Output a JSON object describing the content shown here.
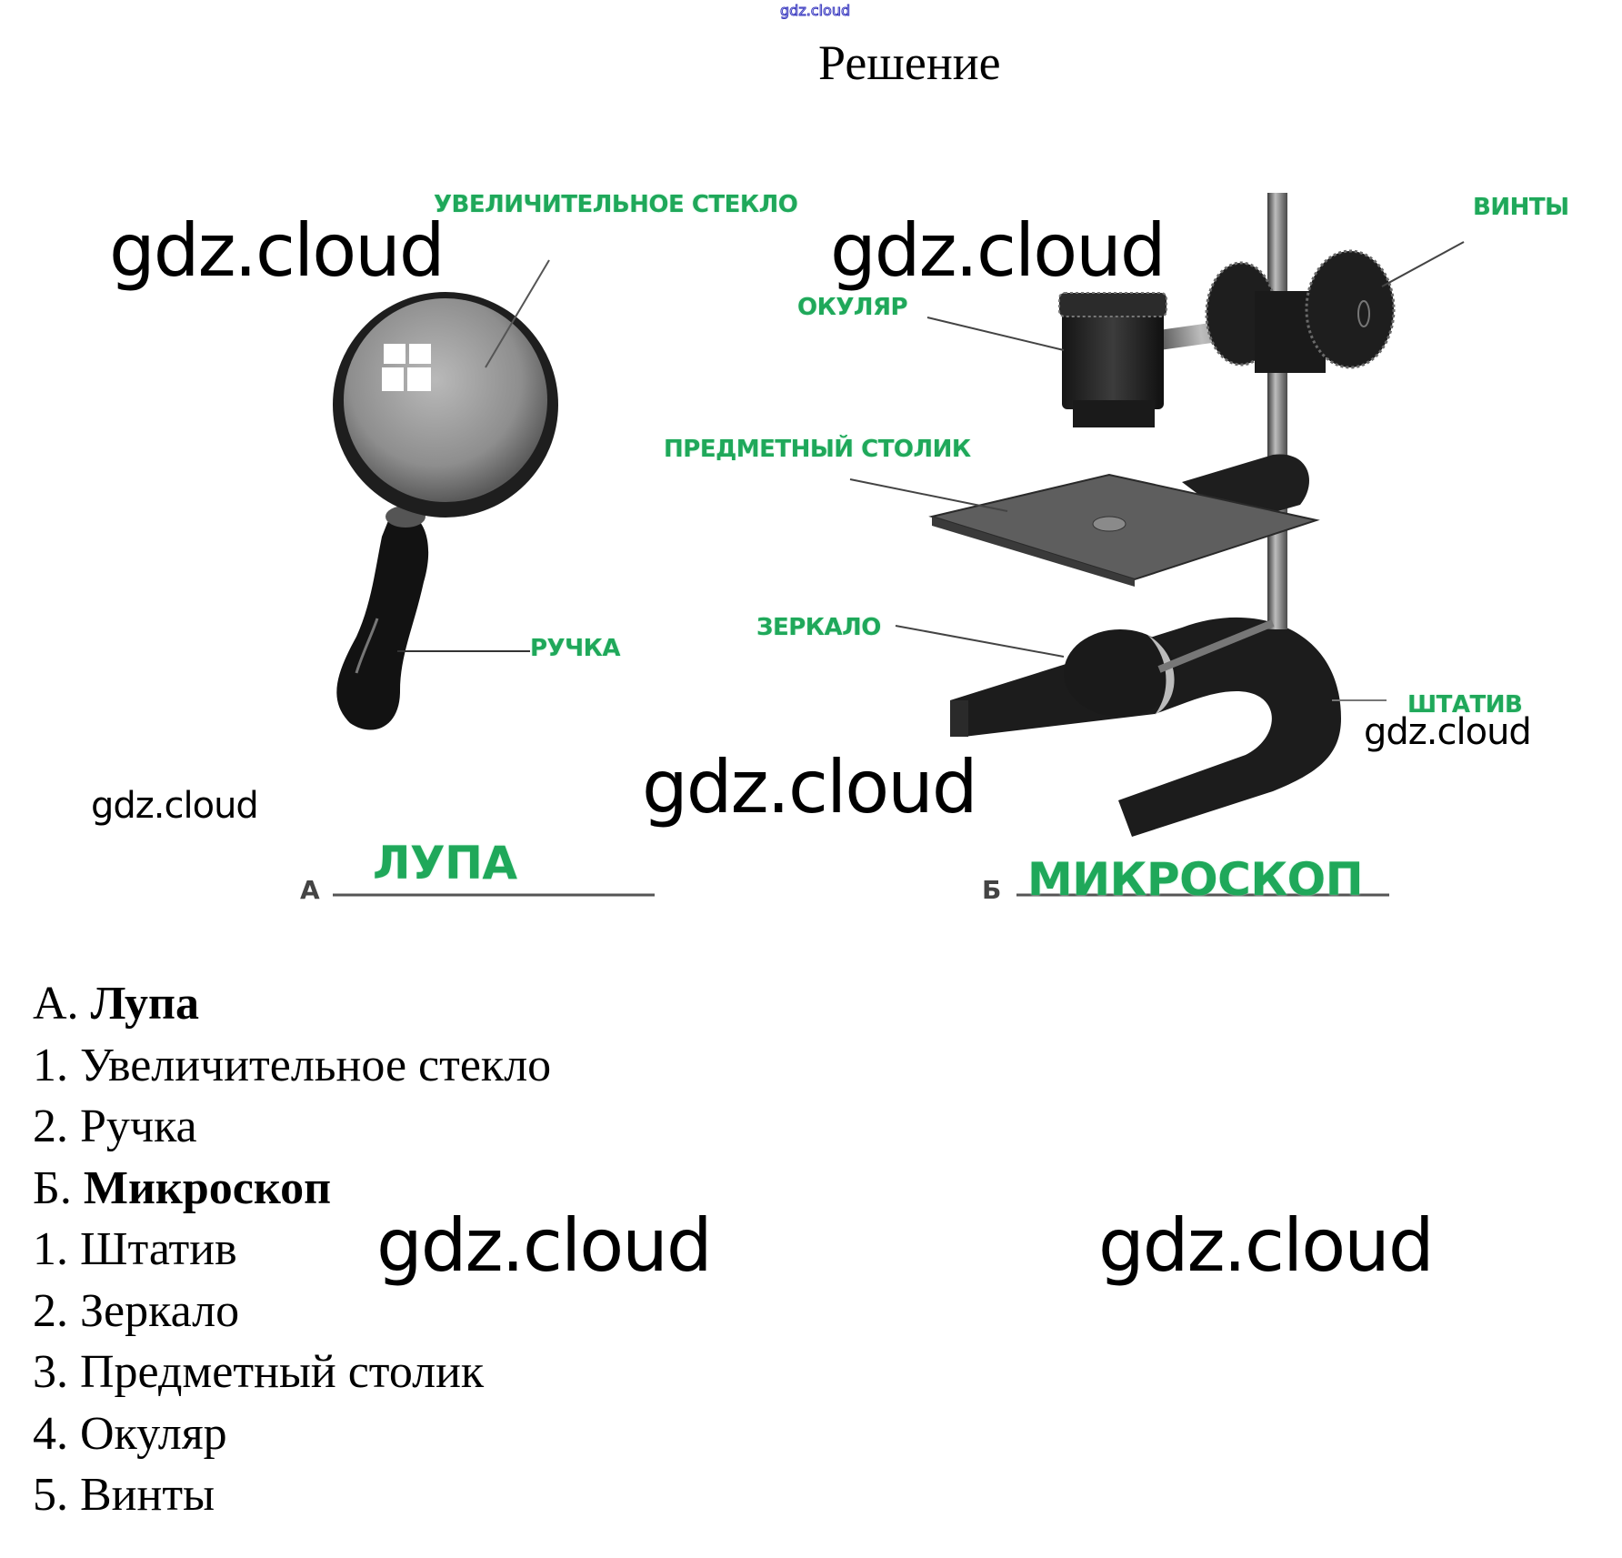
{
  "header": {
    "site_watermark": "gdz.cloud",
    "title": "Решение"
  },
  "watermarks": {
    "text": "gdz.cloud"
  },
  "figure": {
    "magnifier": {
      "labels": {
        "lens": "УВЕЛИЧИТЕЛЬНОЕ СТЕКЛО",
        "handle": "РУЧКА"
      },
      "caption_letter": "А",
      "caption_answer": "ЛУПА"
    },
    "microscope": {
      "labels": {
        "screws": "ВИНТЫ",
        "eyepiece": "ОКУЛЯР",
        "stage": "ПРЕДМЕТНЫЙ СТОЛИК",
        "mirror": "ЗЕРКАЛО",
        "stand": "ШТАТИВ"
      },
      "caption_letter": "Б",
      "caption_answer": "МИКРОСКОП"
    },
    "label_color": "#1fa85a"
  },
  "answer": {
    "sections": [
      {
        "prefix": "А.",
        "heading": "Лупа",
        "items": [
          "1. Увеличительное стекло",
          "2. Ручка"
        ]
      },
      {
        "prefix": "Б.",
        "heading": "Микроскоп",
        "items": [
          "1. Штатив",
          "2. Зеркало",
          "3. Предметный столик",
          "4. Окуляр",
          "5. Винты"
        ]
      }
    ]
  }
}
